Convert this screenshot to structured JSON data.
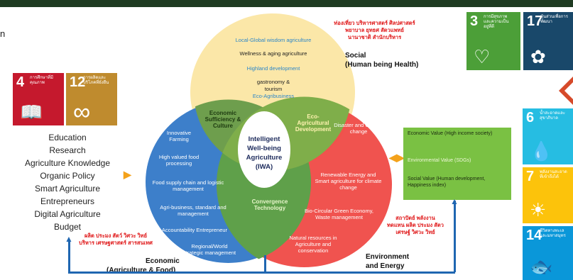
{
  "colors": {
    "topbar": "#1f3b22",
    "social_circle": "#fbe7a8",
    "economic_circle": "#3d7fca",
    "environment_circle": "#ef4a46",
    "result_box": "#7ac143",
    "sdg4": "#c5192d",
    "sdg12": "#bf8b2e",
    "sdg3": "#4c9f38",
    "sdg17": "#19486a",
    "sdg6": "#26bde2",
    "sdg7": "#fcc30b",
    "sdg14": "#0a97d9"
  },
  "cut_text": "n",
  "sdg_tiles": [
    {
      "num": "4",
      "text": "การศึกษาที่มีคุณภาพ",
      "icon": "book-icon",
      "glyph": "📖"
    },
    {
      "num": "12",
      "text": "การผลิตและบริโภคที่ยั่งยืน",
      "icon": "infinity-icon",
      "glyph": "∞"
    },
    {
      "num": "3",
      "text": "การมีสุขภาพและความเป็นอยู่ที่ดี",
      "icon": "heartbeat-icon",
      "glyph": "♡"
    },
    {
      "num": "17",
      "text": "หุ้นส่วนเพื่อการพัฒนา",
      "icon": "flower-icon",
      "glyph": "✿"
    },
    {
      "num": "6",
      "text": "น้ำสะอาดและสุขาภิบาล",
      "icon": "water-drop-icon",
      "glyph": "💧"
    },
    {
      "num": "7",
      "text": "พลังงานสะอาดที่เข้าถึงได้",
      "icon": "sun-icon",
      "glyph": "☀"
    },
    {
      "num": "14",
      "text": "ชีวิตทางทะเลและมหาสมุทร",
      "icon": "fish-icon",
      "glyph": "🐟"
    }
  ],
  "left_list": [
    "Education",
    "Research",
    "Agriculture Knowledge",
    "Organic Policy",
    "Smart Agriculture",
    "Entrepreneurs",
    "Digital Agriculture",
    "Budget"
  ],
  "thai_social": "ท่องเที่ยว บริหารศาสตร์ ศิลปศาสตร์ พยาบาล ยุทธศ สัตวแพทย์ นานาชาติ สำนักบริหาร",
  "thai_economic": "ผลิต ประมง สัตว์ วิศวะ วิทย์ บริหาร เศรษฐศาสตร์ สารสนเทศ",
  "thai_environment": "สถาปัตย์ พลังงานทดแทน ผลิต ประมง สัตว เศรษฐ์ วิศวะ วิทย์",
  "social_label": [
    "Social",
    "(Human being Health)"
  ],
  "economic_label": [
    "Economic",
    "(Agriculture & Food)"
  ],
  "environment_label": [
    "Environment",
    "and Energy"
  ],
  "top_circle": {
    "t1": "Local-Global wisdom agriculture",
    "t2": "Wellness & aging agriculture",
    "t3": "Highland development",
    "t4": "gastronomy &",
    "t5": "tourism",
    "t6": "Eco-Agribusiness"
  },
  "left_circle": [
    "Innovative Farming",
    "High valued food processing",
    "Food supply chain and logistic management",
    "Agri-business, standard and management",
    "Accountability Entrepreneur",
    "Regional/World strategic management"
  ],
  "right_circle": [
    "Disaster and Climate change",
    "Renewable Energy and Smart agriculture for climate change",
    "Bio-Circular Green Economy, Waste management",
    "Natural resources in Agriculture and conservation"
  ],
  "lens_labels": {
    "economic": "Economic Sufficiency & Culture",
    "eco": "Eco-Agricultural Development",
    "convergence": "Convergence Technology"
  },
  "center": [
    "Intelligent",
    "Well-being",
    "Agriculture",
    "(IWA)"
  ],
  "results": [
    "Economic Value (High income society)",
    "Environmental Value (SDGs)",
    "Social Value (Human development, Happiness index)"
  ]
}
